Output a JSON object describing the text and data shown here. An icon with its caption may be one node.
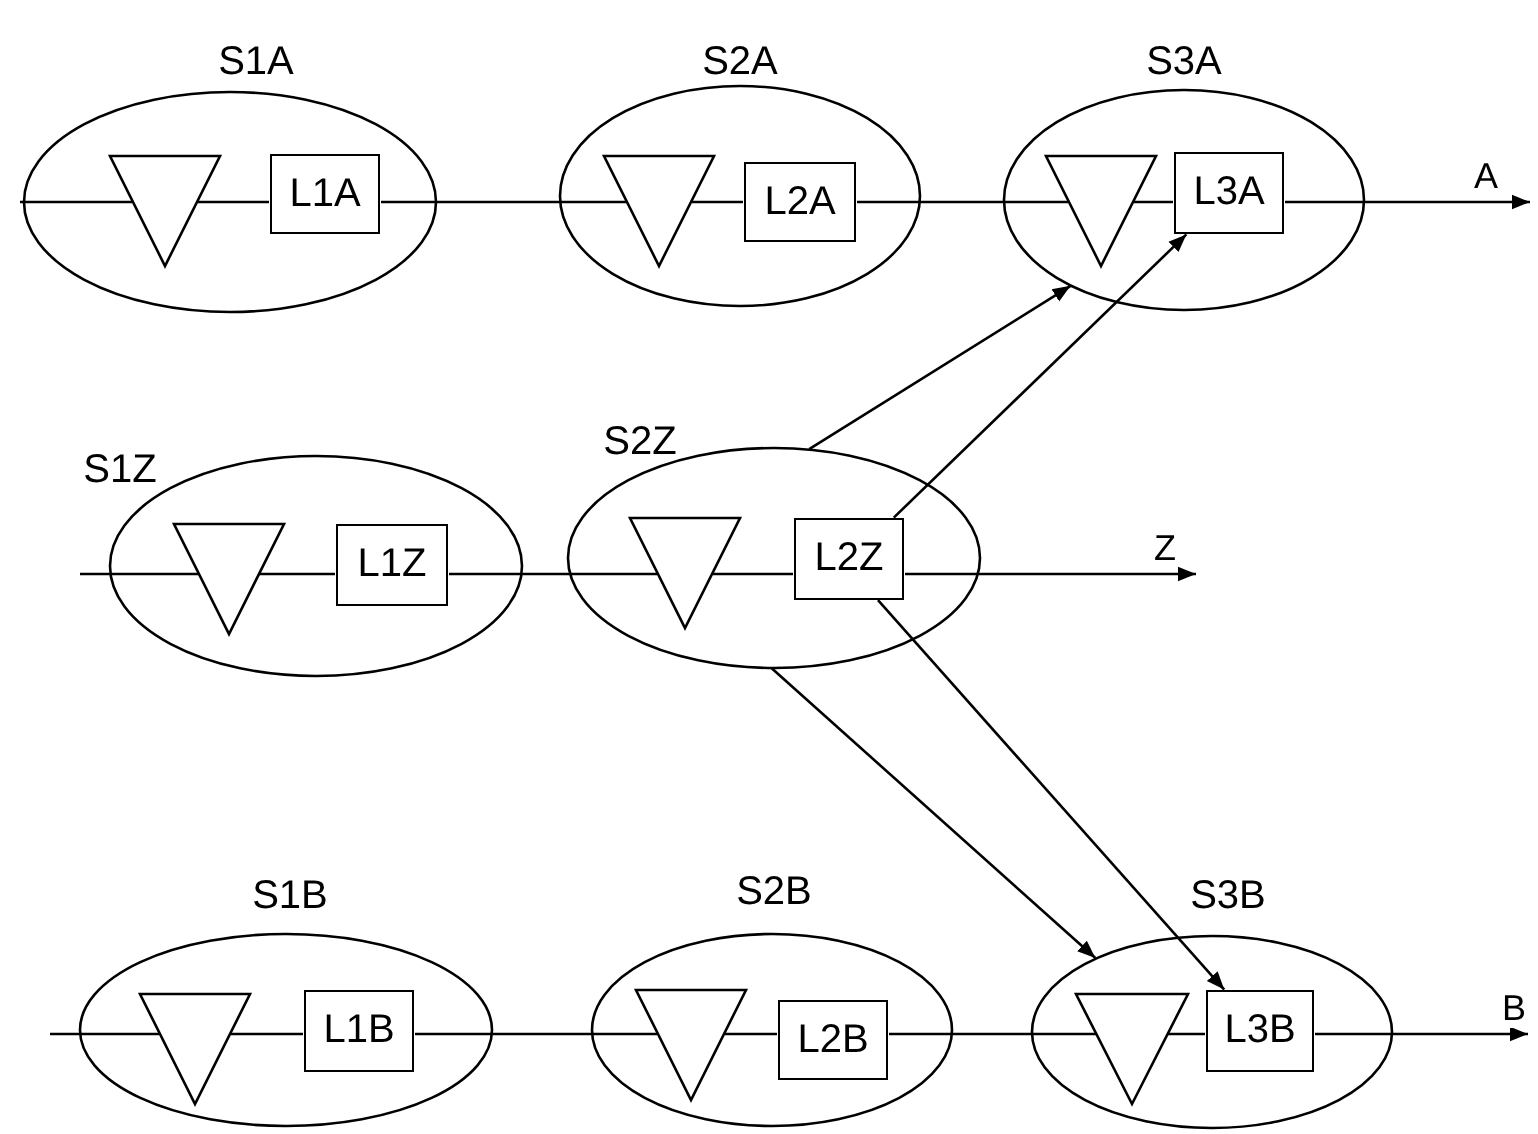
{
  "diagram": {
    "nodes": [
      {
        "text": [
          "S1A"
        ]
      },
      {
        "text": [],
        "shape": "triangle",
        "in": 0
      },
      {
        "text": [
          "L1A"
        ],
        "in": 0
      },
      {
        "text": [
          "S2A"
        ]
      },
      {
        "text": [],
        "shape": "triangle",
        "in": 3
      },
      {
        "text": [
          "L2A"
        ],
        "in": 3
      },
      {
        "text": [
          "S3A"
        ]
      },
      {
        "text": [],
        "shape": "triangle",
        "in": 6
      },
      {
        "text": [
          "L3A"
        ],
        "in": 6
      },
      {
        "text": [
          "S1Z"
        ]
      },
      {
        "text": [],
        "shape": "triangle",
        "in": 9
      },
      {
        "text": [
          "L1Z"
        ],
        "in": 9
      },
      {
        "text": [
          "S2Z"
        ]
      },
      {
        "text": [],
        "shape": "triangle",
        "in": 12
      },
      {
        "text": [
          "L2Z"
        ],
        "in": 12
      },
      {
        "text": [
          "S1B"
        ]
      },
      {
        "text": [],
        "shape": "triangle",
        "in": 15
      },
      {
        "text": [
          "L1B"
        ],
        "in": 15
      },
      {
        "text": [
          "S2B"
        ]
      },
      {
        "text": [],
        "shape": "triangle",
        "in": 18
      },
      {
        "text": [
          "L2B"
        ],
        "in": 18
      },
      {
        "text": [
          "S3B"
        ]
      },
      {
        "text": [],
        "shape": "triangle",
        "in": 21
      },
      {
        "text": [
          "L3B"
        ],
        "in": 21
      }
    ],
    "edges": [
      {
        "from": null,
        "to": 1,
        "arrow": "none"
      },
      {
        "from": 1,
        "to": 2,
        "arrow": "none"
      },
      {
        "from": 2,
        "to": 4,
        "arrow": "none"
      },
      {
        "from": 4,
        "to": 5,
        "arrow": "none"
      },
      {
        "from": 5,
        "to": 7,
        "arrow": "none"
      },
      {
        "from": 7,
        "to": 8,
        "arrow": "none"
      },
      {
        "from": 8,
        "to": null,
        "arrow": "to",
        "label": "A"
      },
      {
        "from": null,
        "to": 10,
        "arrow": "none"
      },
      {
        "from": 10,
        "to": 11,
        "arrow": "none"
      },
      {
        "from": 11,
        "to": 13,
        "arrow": "none"
      },
      {
        "from": 13,
        "to": 14,
        "arrow": "none"
      },
      {
        "from": 14,
        "to": null,
        "arrow": "to",
        "label": "Z"
      },
      {
        "from": null,
        "to": 16,
        "arrow": "none"
      },
      {
        "from": 16,
        "to": 17,
        "arrow": "none"
      },
      {
        "from": 17,
        "to": 19,
        "arrow": "none"
      },
      {
        "from": 19,
        "to": 20,
        "arrow": "none"
      },
      {
        "from": 20,
        "to": 22,
        "arrow": "none"
      },
      {
        "from": 22,
        "to": 23,
        "arrow": "none"
      },
      {
        "from": 23,
        "to": null,
        "arrow": "to",
        "label": "B"
      },
      {
        "from": 12,
        "to": 6,
        "arrow": "to"
      },
      {
        "from": 14,
        "to": 8,
        "arrow": "to"
      },
      {
        "from": 12,
        "to": 21,
        "arrow": "to"
      },
      {
        "from": 14,
        "to": 23,
        "arrow": "to"
      }
    ]
  }
}
